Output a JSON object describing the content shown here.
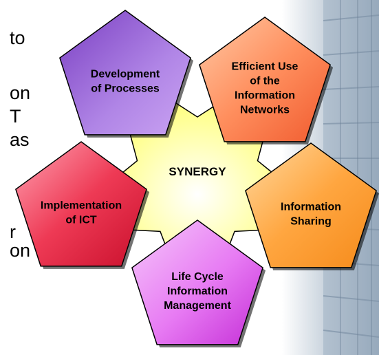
{
  "background_text": [
    "to",
    "on",
    "T",
    "as",
    "r",
    "on"
  ],
  "center_label": "SYNERGY",
  "pentagons": [
    {
      "id": "processes",
      "lines": [
        "Development",
        "of Processes"
      ],
      "color": "#9b5fd6"
    },
    {
      "id": "networks",
      "lines": [
        "Efficient Use",
        "of the",
        "Information",
        "Networks"
      ],
      "color": "#ff8a5c"
    },
    {
      "id": "sharing",
      "lines": [
        "Information",
        "Sharing"
      ],
      "color": "#ffa640"
    },
    {
      "id": "lifecycle",
      "lines": [
        "Life Cycle",
        "Information",
        "Management"
      ],
      "color": "#e45bf0"
    },
    {
      "id": "ict",
      "lines": [
        "Implementation",
        "of ICT"
      ],
      "color": "#ee2c4c"
    }
  ],
  "colors": {
    "star_center": "#ffffff",
    "star_edge": "#ffff33",
    "outline": "#000000",
    "building": "#aab8c6"
  }
}
